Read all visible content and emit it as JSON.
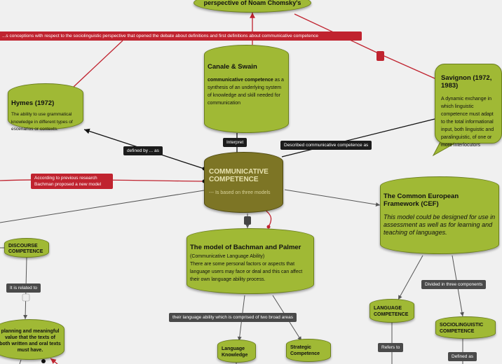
{
  "nodes": {
    "chomsky": {
      "title": "perspective of Noam Chomsky's"
    },
    "hymes": {
      "title": "Hymes (1972)",
      "text": "The ability to use grammatical knowledge in different types of escenarios or contexts."
    },
    "canale": {
      "title": "Canale & Swain",
      "text_bold": "communicative competence",
      "text": " as a synthesis of an underlying system of knowledge and skill needed for communication"
    },
    "savignon": {
      "title": "Savignon (1972, 1983)",
      "text": "A dynamic exchange in which linguistic competence must adapt to the total informational input, both linguistic and paralinguistic, of one or more interlocutors"
    },
    "central": {
      "title": "COMMUNICATIVE COMPETENCE",
      "subtitle": "--- Is based on three models"
    },
    "cef": {
      "title": "The Common European Framework (CEF)",
      "text": "This model could be designed for use in assessment as well as for learning and teaching of languages."
    },
    "bachman": {
      "title": "The model of Bachman and Palmer",
      "paren": " (Communicative Language Ability)",
      "text": "There are some personal factors or aspects that language users may face or deal and this can affect their own language ability process."
    },
    "discourse": {
      "title": "DISCOURSE COMPETENCE"
    },
    "planning": {
      "text": "planning and meaningful value that the texts of both written and oral texts must have."
    },
    "language_knowledge": {
      "title": "Language Knowledge"
    },
    "strategic": {
      "title": "Strategic Competence"
    },
    "language_comp": {
      "title": "LANGUAGE COMPETENCE"
    },
    "socio": {
      "title": "SOCIOLINGUISTIC COMPETENCE"
    }
  },
  "labels": {
    "top_banner": "...s conceptions with respect to the sociolinguistic perspective that opened the debate about definitions and first definitions about communicative competence",
    "defined_by": "defined by ... as",
    "interpret": "Interpret",
    "described": "Described communicative competence as",
    "according": "According to previous research Bachman proposed a new model",
    "related": "It is related to",
    "two_areas": "their language ability which is comprised of two broad areas",
    "divided": "Divided in three components",
    "refers": "Refers to",
    "defined_as": "Defined as"
  }
}
